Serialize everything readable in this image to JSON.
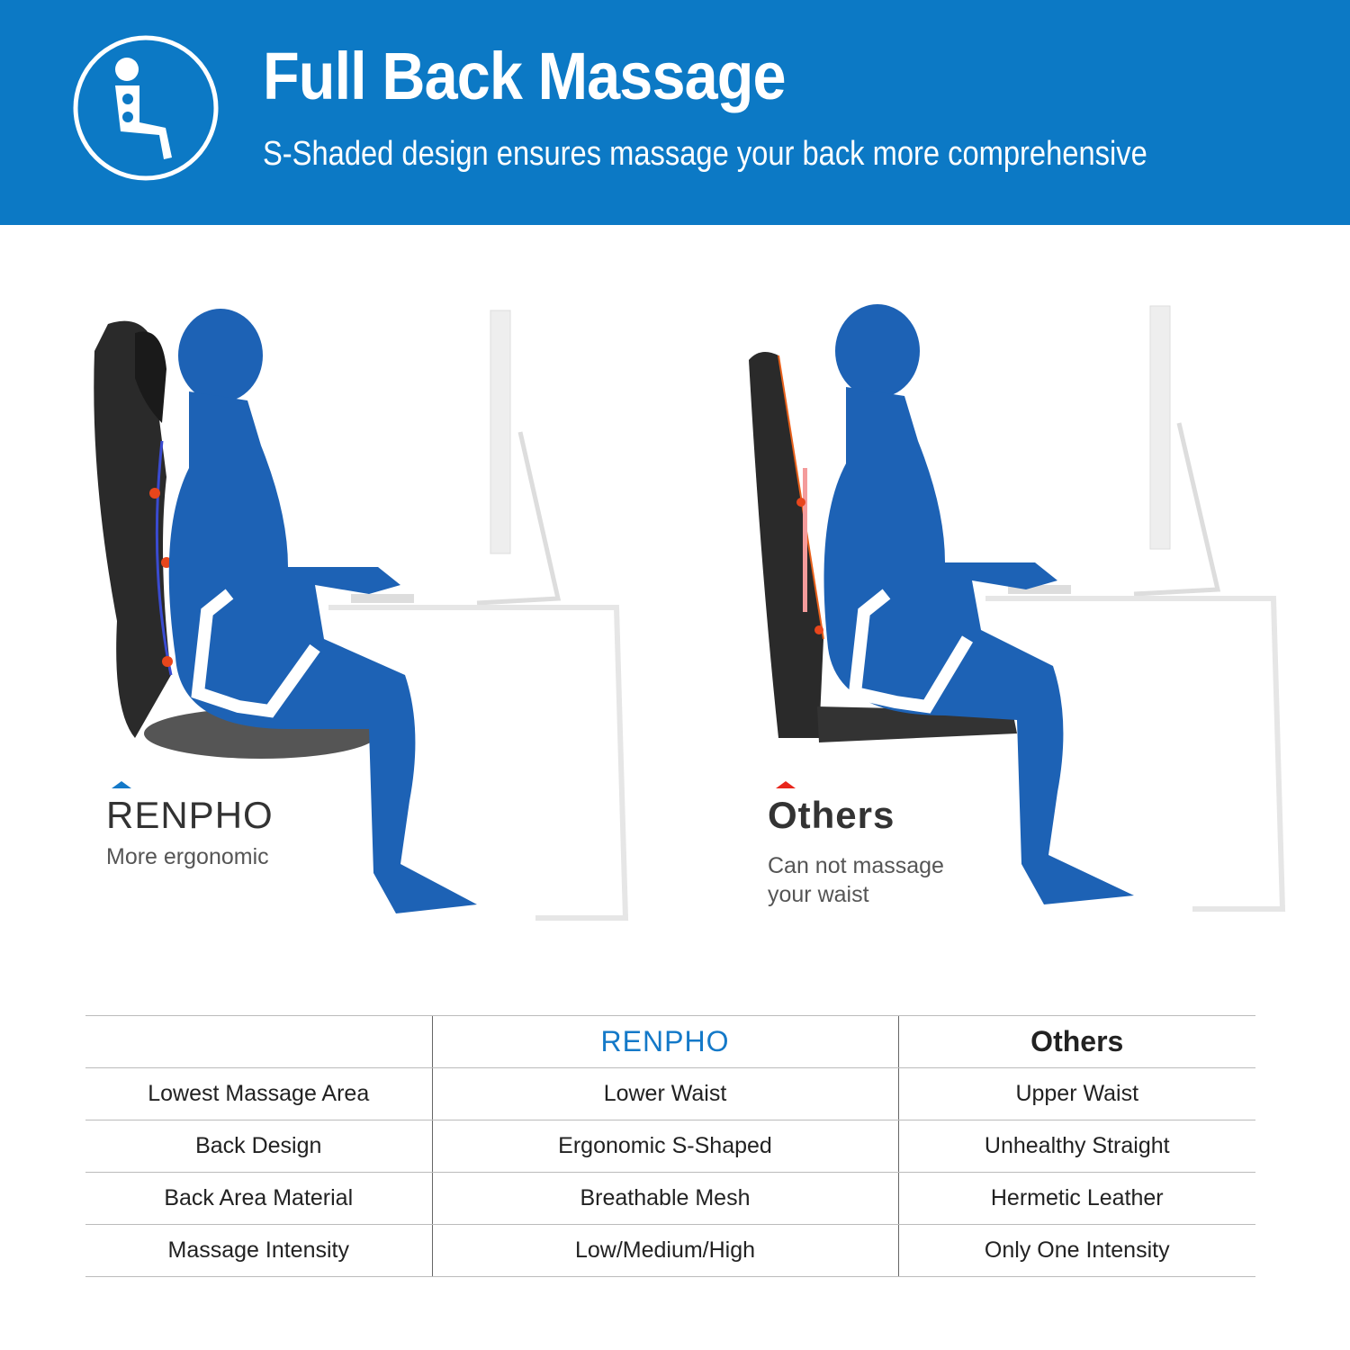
{
  "header": {
    "icon": "seated-person-massage-icon",
    "title": "Full Back Massage",
    "subtitle": "S-Shaded design ensures massage your back more comprehensive"
  },
  "comparison": {
    "left": {
      "brand": "RENPHO",
      "caption": "More ergonomic",
      "accent": "#0c79c5"
    },
    "right": {
      "brand": "Others",
      "caption_line1": "Can not massage",
      "caption_line2": "your waist",
      "accent": "#e8261c"
    }
  },
  "table": {
    "headers": [
      "",
      "RENPHO",
      "Others"
    ],
    "rows": [
      [
        "Lowest Massage Area",
        "Lower Waist",
        "Upper Waist"
      ],
      [
        "Back Design",
        "Ergonomic S-Shaped",
        "Unhealthy Straight"
      ],
      [
        "Back Area Material",
        "Breathable Mesh",
        "Hermetic Leather"
      ],
      [
        "Massage Intensity",
        "Low/Medium/High",
        "Only One Intensity"
      ]
    ]
  },
  "colors": {
    "header_bg": "#0c79c5",
    "body_blue": "#1d62b5",
    "brand_blue": "#1479c8"
  }
}
